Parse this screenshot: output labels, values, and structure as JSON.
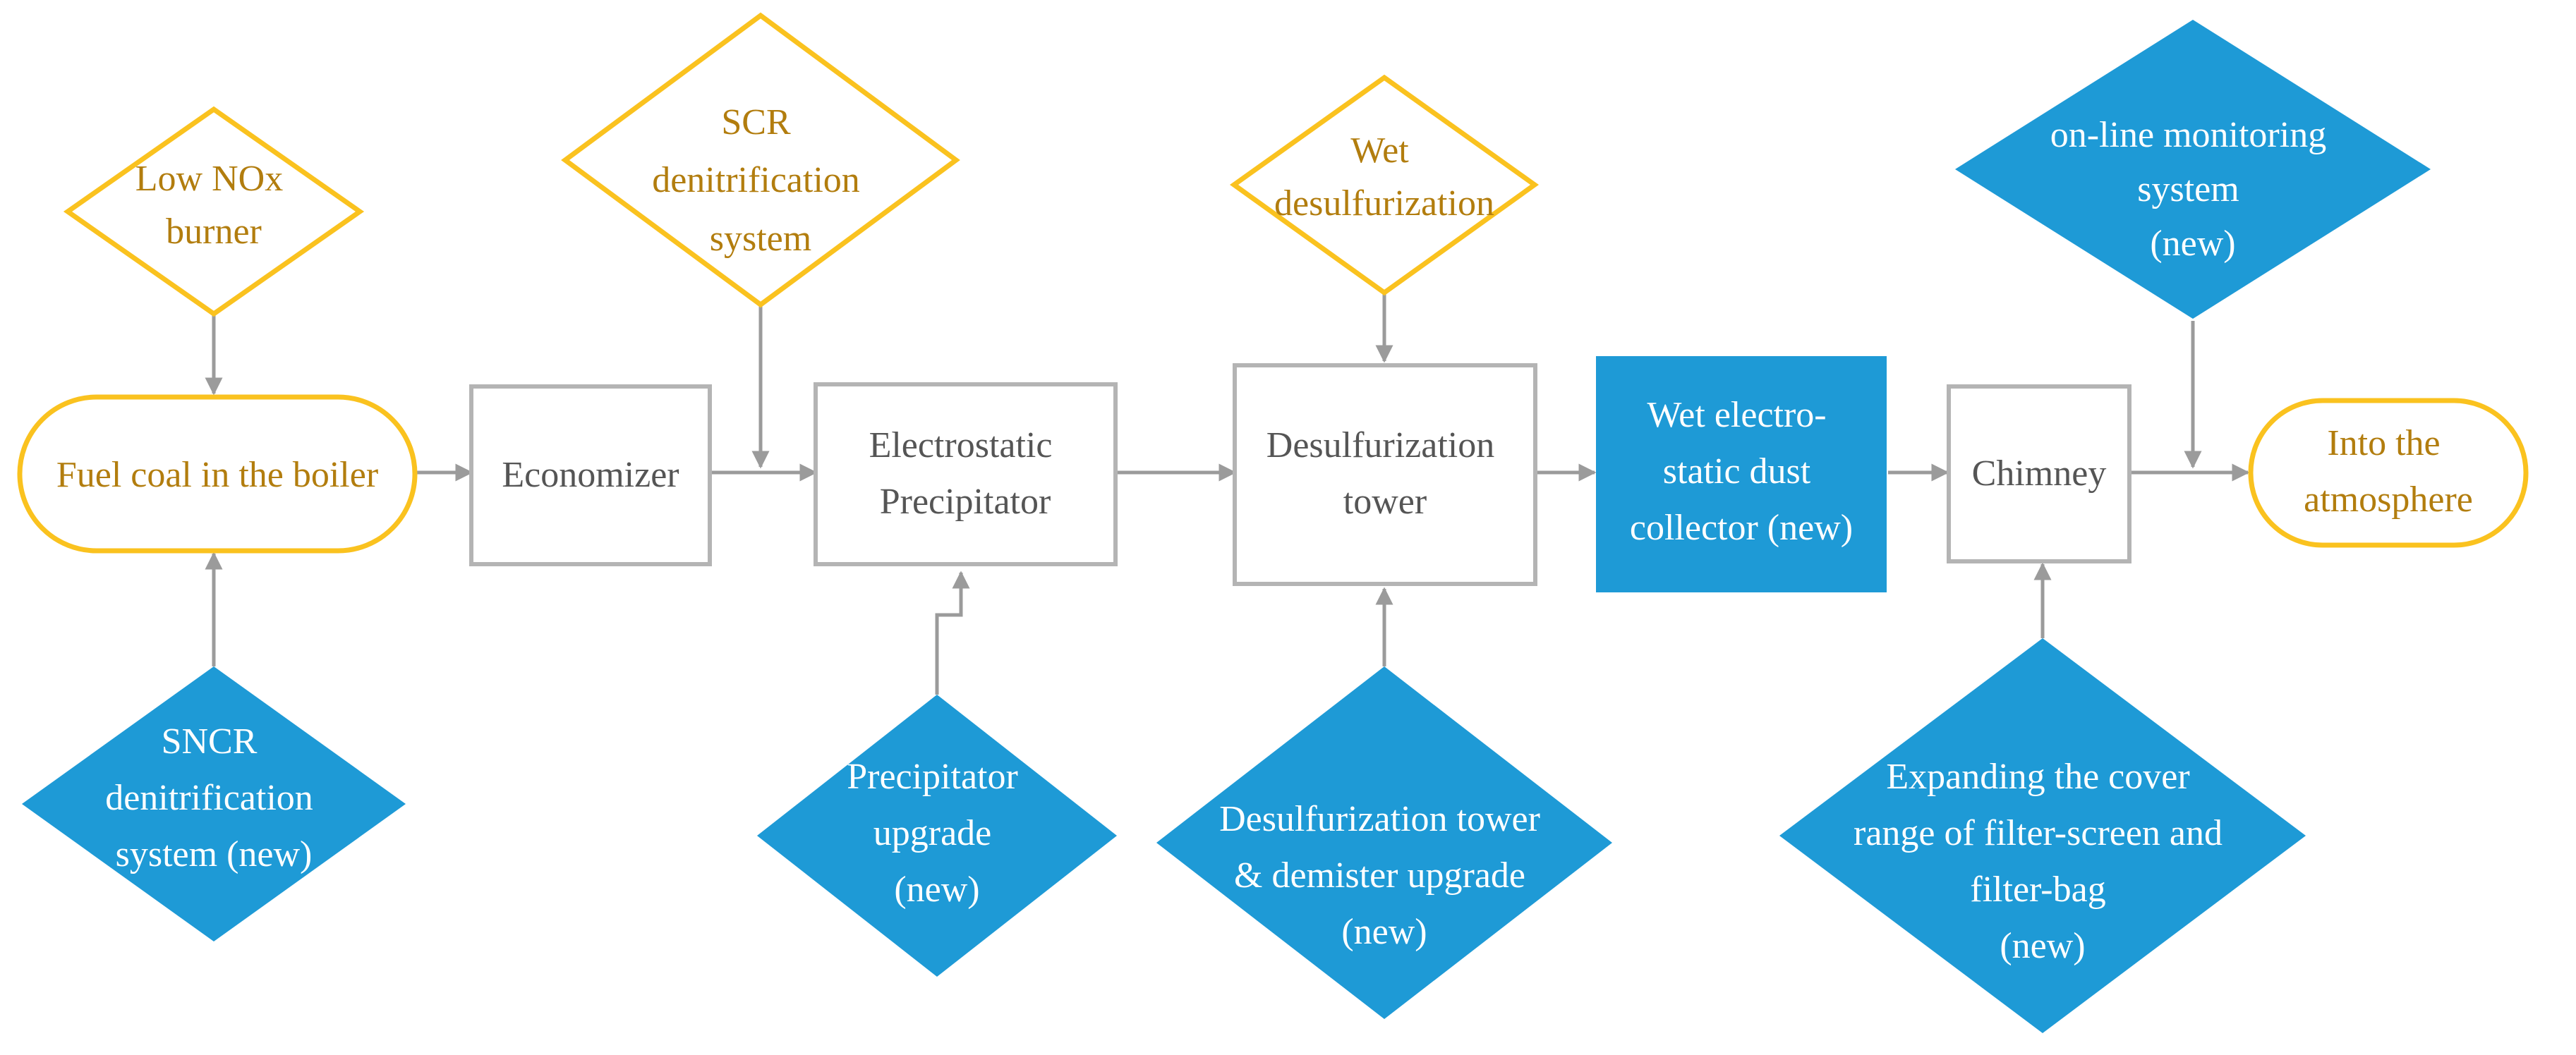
{
  "colors": {
    "gold_stroke": "#fac21f",
    "gold_text": "#b27d0e",
    "blue_fill": "#1e9ad6",
    "gray_stroke": "#b4b4b4",
    "arrow": "#9b9b9b",
    "dark_text": "#555555"
  },
  "nodes": {
    "fuel_coal": {
      "lines": [
        "Fuel coal in the boiler"
      ]
    },
    "economizer": {
      "lines": [
        "Economizer"
      ]
    },
    "precipitator": {
      "lines": [
        "Electrostatic",
        "Precipitator"
      ]
    },
    "desulf_tower": {
      "lines": [
        "Desulfurization",
        "tower"
      ]
    },
    "wet_collector": {
      "lines": [
        "Wet electro-",
        "static dust",
        "collector (new)"
      ]
    },
    "chimney": {
      "lines": [
        "Chimney"
      ]
    },
    "atmosphere": {
      "lines": [
        "Into the",
        "atmosphere"
      ]
    },
    "low_nox": {
      "lines": [
        "Low NOx",
        "burner"
      ]
    },
    "scr": {
      "lines": [
        "SCR",
        "denitrification",
        "system"
      ]
    },
    "wet_desulf": {
      "lines": [
        "Wet",
        "desulfurization"
      ]
    },
    "online_monitoring": {
      "lines": [
        "on-line monitoring",
        "system",
        "(new)"
      ]
    },
    "sncr": {
      "lines": [
        "SNCR",
        "denitrification",
        "system (new)"
      ]
    },
    "precip_upgrade": {
      "lines": [
        "Precipitator",
        "upgrade",
        "(new)"
      ]
    },
    "demister_upgrade": {
      "lines": [
        "Desulfurization tower",
        "& demister upgrade",
        "(new)"
      ]
    },
    "filter_expand": {
      "lines": [
        "Expanding the cover",
        "range of filter-screen and",
        "filter-bag",
        "(new)"
      ]
    }
  }
}
